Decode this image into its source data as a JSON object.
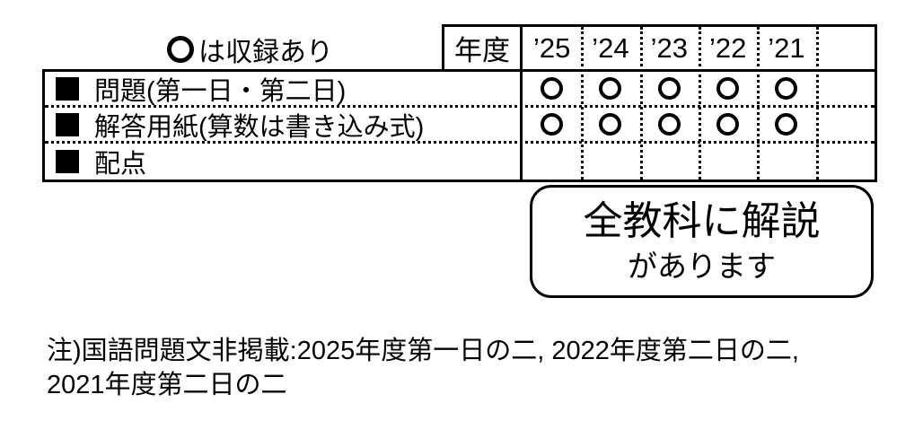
{
  "page": {
    "background_color": "#ffffff",
    "ink_color": "#000000"
  },
  "legend": {
    "circle_symbol": "〇",
    "text": "は収録あり"
  },
  "table": {
    "year_header_label": "年度",
    "years": [
      "’25",
      "’24",
      "’23",
      "’22",
      "’21"
    ],
    "bullet_symbol": "■",
    "included_symbol": "〇",
    "rows": [
      {
        "label": "問題(第一日・第二日)",
        "included": [
          true,
          true,
          true,
          true,
          true
        ]
      },
      {
        "label": "解答用紙(算数は書き込み式)",
        "included": [
          true,
          true,
          true,
          true,
          true
        ]
      },
      {
        "label": "配点",
        "included": [
          false,
          false,
          false,
          false,
          false
        ]
      }
    ]
  },
  "callout": {
    "line1": "全教科に解説",
    "line2": "があります"
  },
  "note": {
    "line1": "注)国語問題文非掲載:2025年度第一日の二, 2022年度第二日の二,",
    "line2": "2021年度第二日の二"
  }
}
